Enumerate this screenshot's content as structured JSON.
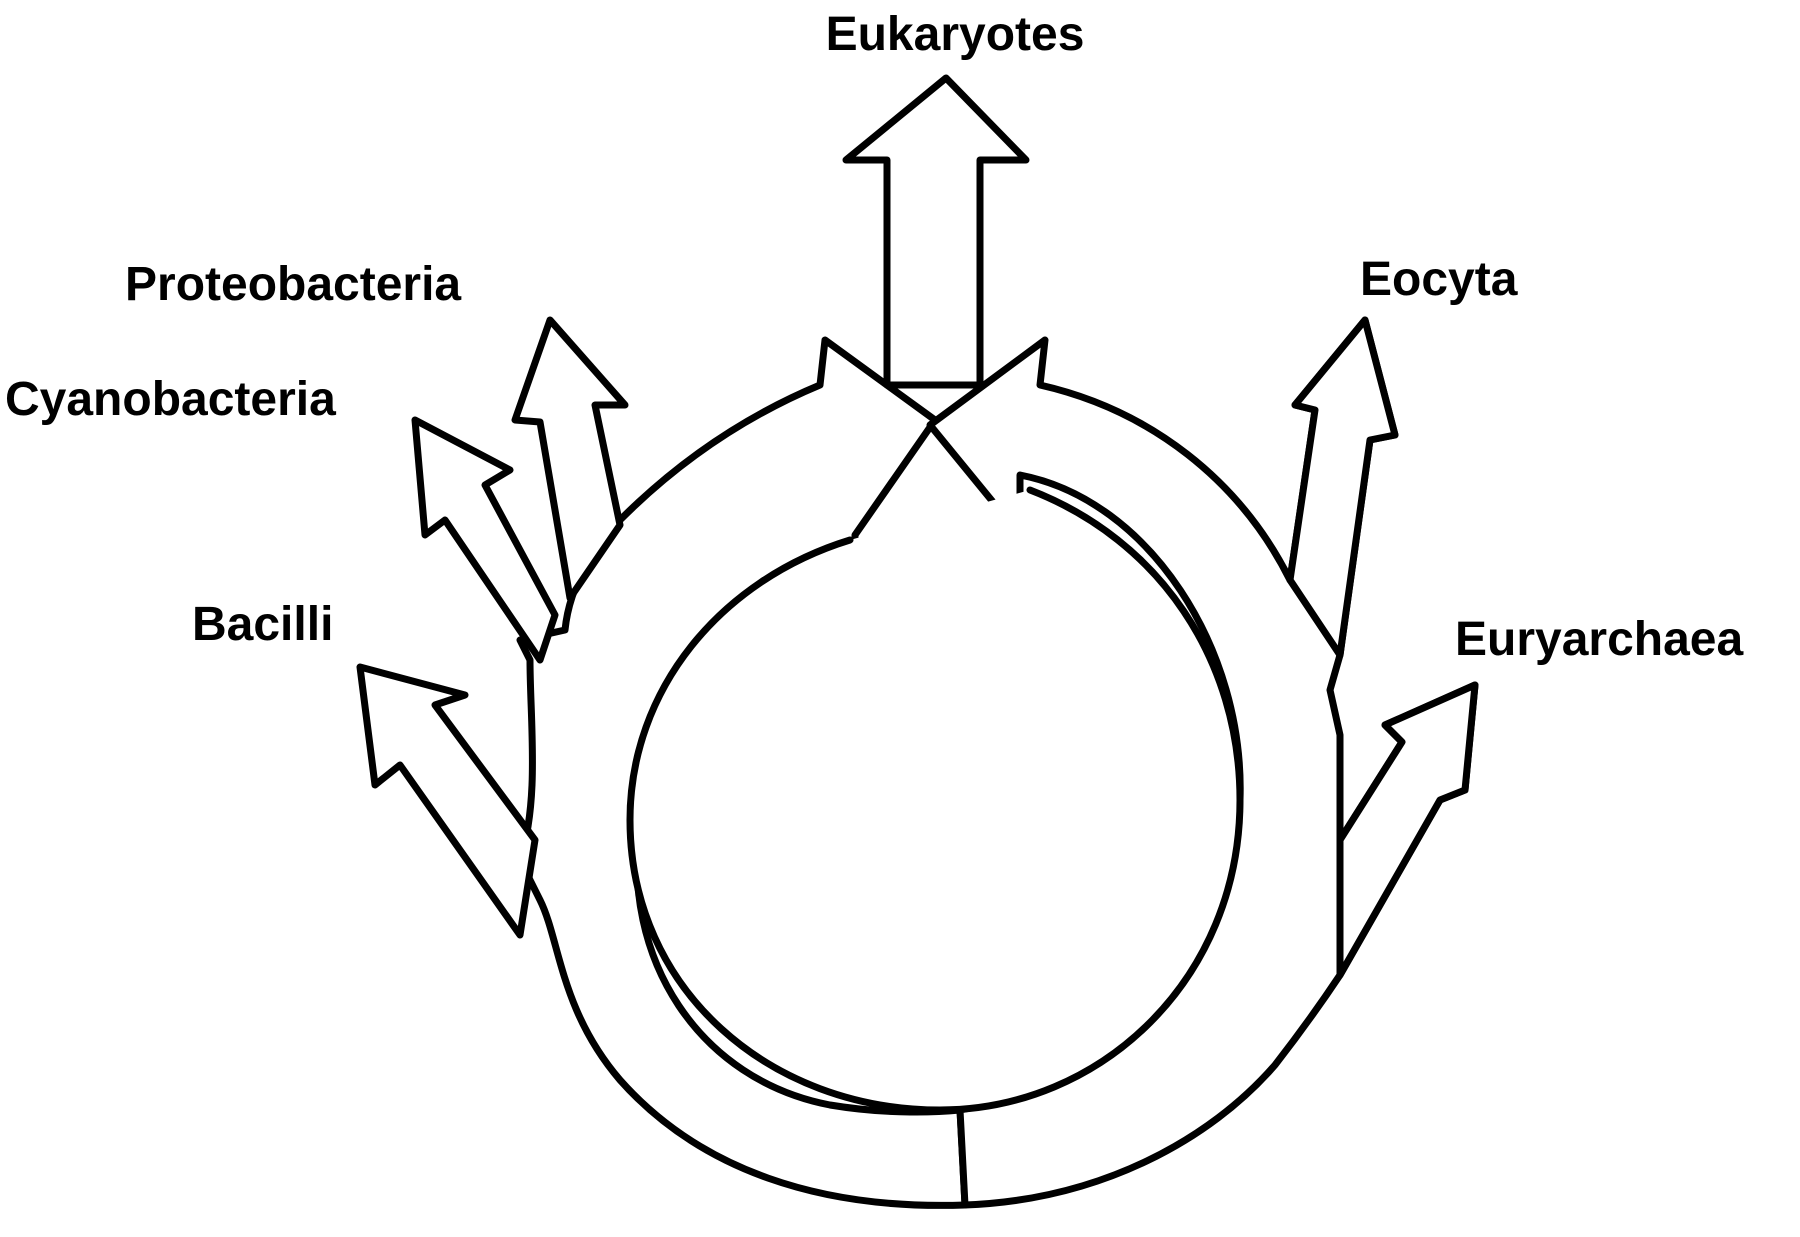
{
  "diagram": {
    "labels": {
      "eukaryotes": "Eukaryotes",
      "proteobacteria": "Proteobacteria",
      "cyanobacteria": "Cyanobacteria",
      "bacilli": "Bacilli",
      "eocyta": "Eocyta",
      "euryarchaea": "Euryarchaea"
    }
  }
}
